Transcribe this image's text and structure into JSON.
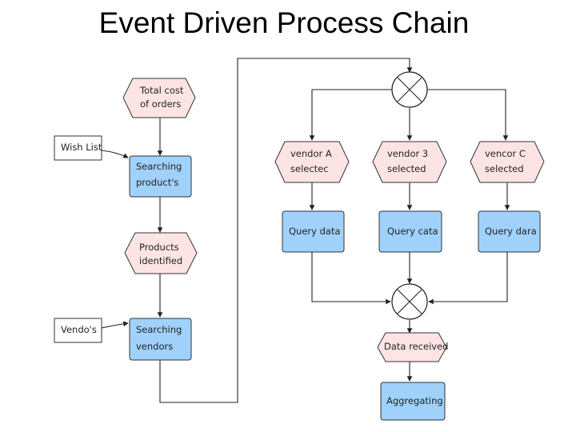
{
  "title": "Event Driven Process Chain",
  "nodes": {
    "total_cost": {
      "line1": "Total cost",
      "line2": "of orders"
    },
    "wish_list": {
      "label": "Wish List"
    },
    "searching_products": {
      "line1": "Searching",
      "line2": "product's"
    },
    "products_identified": {
      "line1": "Products",
      "line2": "identified"
    },
    "vendors_doc": {
      "label": "Vendo's"
    },
    "searching_vendors": {
      "line1": "Searching",
      "line2": "vendors"
    },
    "vendor_a": {
      "line1": "vendor A",
      "line2": "selectec"
    },
    "vendor_b": {
      "line1": "vendor 3",
      "line2": "selected"
    },
    "vendor_c": {
      "line1": "vencor C",
      "line2": "selected"
    },
    "query_a": {
      "label": "Query data"
    },
    "query_b": {
      "label": "Query cata"
    },
    "query_c": {
      "label": "Query dara"
    },
    "data_received": {
      "label": "Data received"
    },
    "aggregating": {
      "label": "Aggregating"
    }
  },
  "colors": {
    "event_fill": "#fde4e4",
    "function_fill": "#9fd1fb",
    "outline": "#333333"
  }
}
